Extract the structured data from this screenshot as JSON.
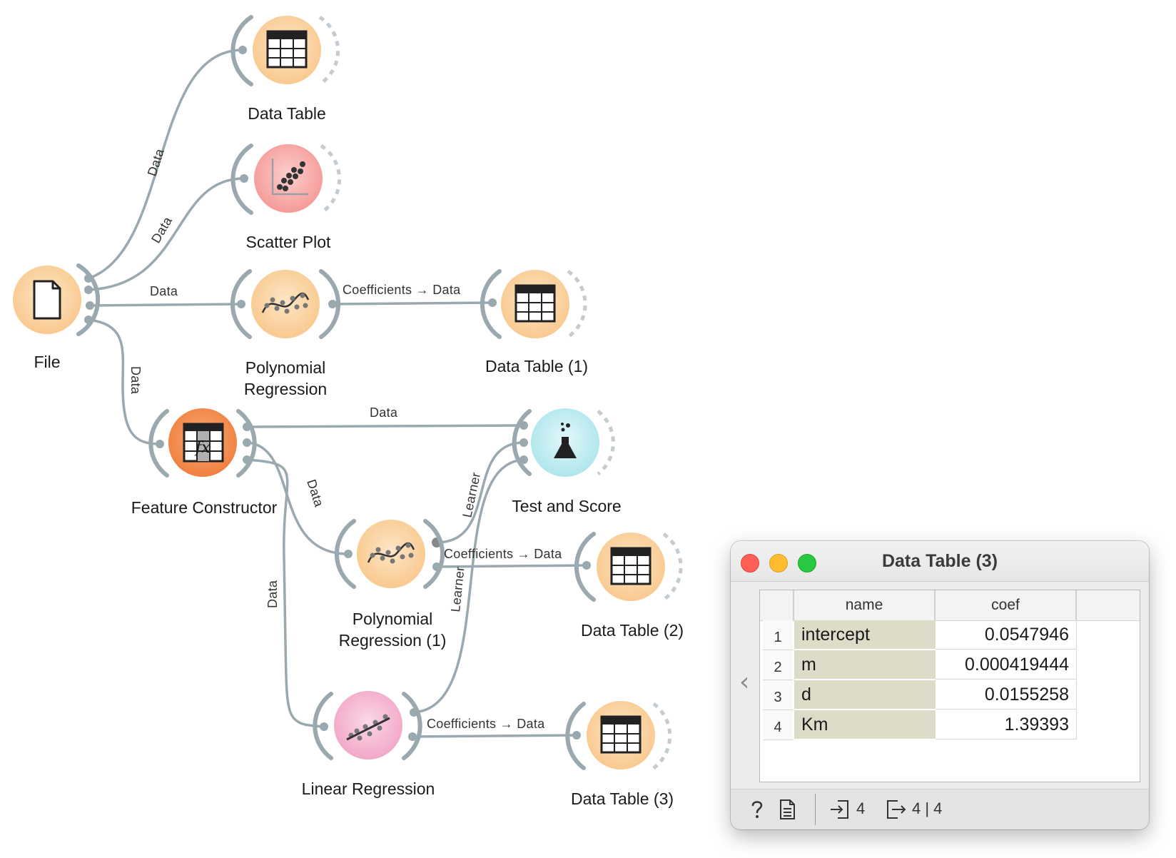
{
  "workflow": {
    "nodes": [
      {
        "id": "file",
        "label": "File"
      },
      {
        "id": "data-table",
        "label": "Data Table"
      },
      {
        "id": "scatter-plot",
        "label": "Scatter Plot"
      },
      {
        "id": "poly-reg",
        "label": "Polynomial\nRegression"
      },
      {
        "id": "data-table-1",
        "label": "Data Table (1)"
      },
      {
        "id": "feature-constructor",
        "label": "Feature Constructor"
      },
      {
        "id": "test-and-score",
        "label": "Test and Score"
      },
      {
        "id": "poly-reg-1",
        "label": "Polynomial\nRegression (1)"
      },
      {
        "id": "data-table-2",
        "label": "Data Table (2)"
      },
      {
        "id": "linear-regression",
        "label": "Linear Regression"
      },
      {
        "id": "data-table-3",
        "label": "Data Table (3)"
      }
    ],
    "edge_labels": {
      "data": "Data",
      "coefficients_data": "Coefficients → Data",
      "learner": "Learner"
    }
  },
  "window": {
    "title": "Data Table (3)",
    "columns": [
      "name",
      "coef"
    ],
    "rows": [
      {
        "num": "1",
        "name": "intercept",
        "coef": "0.0547946"
      },
      {
        "num": "2",
        "name": "m",
        "coef": "0.000419444"
      },
      {
        "num": "3",
        "name": "d",
        "coef": "0.0155258"
      },
      {
        "num": "4",
        "name": "Km",
        "coef": "1.39393"
      }
    ],
    "footer": {
      "input_count": "4",
      "output_count": "4 | 4"
    }
  },
  "colors": {
    "link": "#9aa8b0",
    "orange_node": "#fad7a8",
    "scatter_node": "#f9b5b3",
    "fc_node": "#f6925a",
    "test_node": "#c4eef2",
    "linreg_node": "#f7c1d8",
    "name_cell": "#dcdcc8"
  }
}
